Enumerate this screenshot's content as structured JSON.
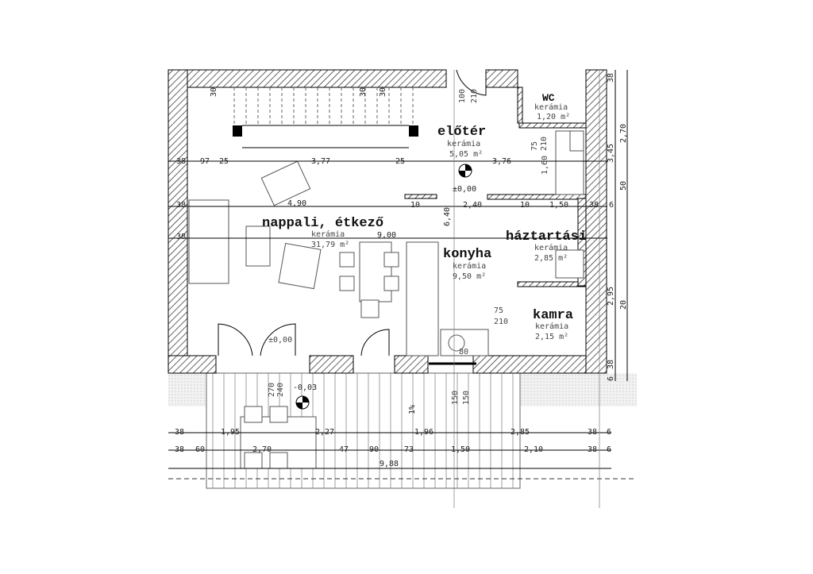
{
  "rooms": {
    "eloter": {
      "name": "előtér",
      "floor": "kerámia",
      "area": "5,05 m²"
    },
    "wc": {
      "name": "WC",
      "floor": "kerámia",
      "area": "1,20 m²"
    },
    "nappali": {
      "name": "nappali, étkező",
      "floor": "kerámia",
      "area": "31,79 m²"
    },
    "konyha": {
      "name": "konyha",
      "floor": "kerámia",
      "area": "9,50 m²"
    },
    "haztartasi": {
      "name": "háztartási",
      "floor": "kerámia",
      "area": "2,85 m²"
    },
    "kamra": {
      "name": "kamra",
      "floor": "kerámia",
      "area": "2,15 m²"
    }
  },
  "levels": {
    "entrance": "±0,00",
    "terrace": "-0,03",
    "terrace_door": "±0,00",
    "slope": "1%"
  },
  "dims": {
    "top": [
      "38",
      "97",
      "25",
      "3,77",
      "25",
      "3,76"
    ],
    "row2": [
      "38",
      "4,90",
      "10",
      "2,40",
      "10",
      "1,50",
      "38",
      "6"
    ],
    "row3": [
      "38",
      "9,00",
      "6,40"
    ],
    "bottom1": [
      "38",
      "1,95",
      "2,27",
      "1,96",
      "2,85",
      "38",
      "6"
    ],
    "bottom2": [
      "38",
      "60",
      "2,70",
      "47",
      "90",
      "73",
      "1,50",
      "2,10",
      "38",
      "6"
    ],
    "total": "9,88",
    "right": [
      "38",
      "2,70",
      "3,45",
      "50",
      "2,95",
      "20",
      "38",
      "6"
    ],
    "stair": [
      "30",
      "30",
      "30"
    ],
    "doors": [
      "100",
      "210",
      "75",
      "210",
      "1,60",
      "75",
      "210",
      "270",
      "240",
      "150",
      "150",
      "80"
    ]
  }
}
